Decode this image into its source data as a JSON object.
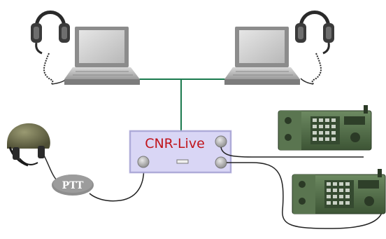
{
  "diagram": {
    "box_label": "CNR-Live",
    "ptt_label": "PTT",
    "nodes": [
      "headset-left",
      "laptop-left",
      "headset-right",
      "laptop-right",
      "cnr-live-box",
      "helmet",
      "ptt-switch",
      "radio-top",
      "radio-bottom"
    ]
  },
  "colors": {
    "network_line": "#1b7a4e",
    "box_fill": "#d9d6f5",
    "box_border": "#8a86b8",
    "label_red": "#c0141b",
    "radio_green": "#4e6b45",
    "cable": "#222222"
  }
}
